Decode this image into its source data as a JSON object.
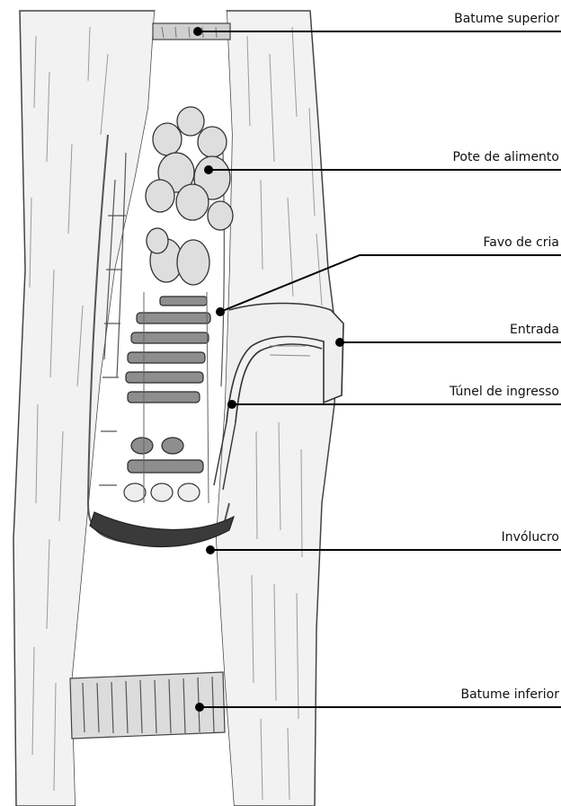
{
  "labels": {
    "batume_superior": "Batume superior",
    "pote_de_alimento": "Pote de alimento",
    "favo_de_cria": "Favo de cria",
    "entrada": "Entrada",
    "tunel_de_ingresso": "Túnel de ingresso",
    "involucro": "Invólucro",
    "batume_inferior": "Batume inferior"
  },
  "colors": {
    "ink": "#000000",
    "bark": "#f3f3f3",
    "cavity": "#ffffff",
    "comb": "#8e8e8e",
    "involucro": "#3a3a3a"
  }
}
